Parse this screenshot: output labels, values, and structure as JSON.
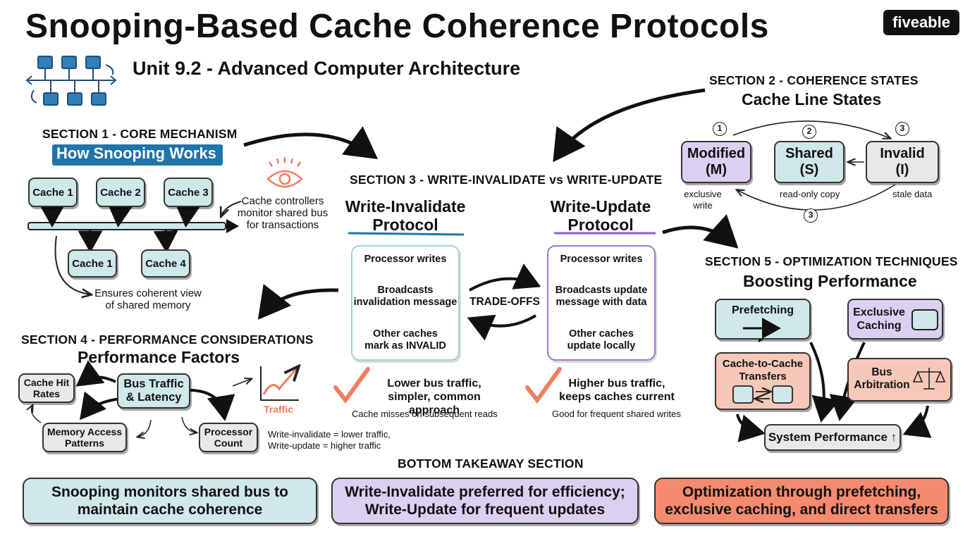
{
  "header": {
    "title": "Snooping-Based Cache Coherence Protocols",
    "subtitle": "Unit 9.2 - Advanced Computer Architecture",
    "logo_text": "fiveable"
  },
  "section1": {
    "heading": "SECTION 1 - CORE MECHANISM",
    "subheading": "How Snooping Works",
    "caches_top": [
      "Cache 1",
      "Cache 2",
      "Cache 3"
    ],
    "caches_bottom": [
      "Cache 1",
      "Cache 4"
    ],
    "note": [
      "Cache controllers",
      "monitor shared bus",
      "for transactions"
    ],
    "footer_note": [
      "Ensures coherent view",
      "of shared memory"
    ],
    "icon": "eye-icon"
  },
  "section2": {
    "heading": "SECTION 2 - COHERENCE STATES",
    "subheading": "Cache Line States",
    "states": [
      {
        "name": "Modified",
        "abbr": "(M)",
        "desc": [
          "exclusive",
          "write"
        ]
      },
      {
        "name": "Shared",
        "abbr": "(S)",
        "desc": [
          "read-only copy"
        ]
      },
      {
        "name": "Invalid",
        "abbr": "(I)",
        "desc": [
          "stale data"
        ]
      }
    ],
    "transition_labels": [
      "1",
      "2",
      "3",
      "3"
    ]
  },
  "section3": {
    "heading": "SECTION 3 - WRITE-INVALIDATE vs WRITE-UPDATE",
    "invalidate": {
      "title": [
        "Write-Invalidate",
        "Protocol"
      ],
      "steps": [
        "Processor writes",
        "Broadcasts invalidation message",
        "Other caches mark as INVALID"
      ],
      "steps_lines": [
        [
          "Processor writes"
        ],
        [
          "Broadcasts",
          "invalidation message"
        ],
        [
          "Other caches",
          "mark as INVALID"
        ]
      ],
      "pro": [
        "Lower bus traffic,",
        "simpler, common approach"
      ],
      "note": "Cache misses on subsequent reads"
    },
    "update": {
      "title": [
        "Write-Update",
        "Protocol"
      ],
      "steps_lines": [
        [
          "Processor writes"
        ],
        [
          "Broadcasts update",
          "message with data"
        ],
        [
          "Other caches",
          "update locally"
        ]
      ],
      "pro": [
        "Higher bus traffic,",
        "keeps caches current"
      ],
      "note": "Good for frequent shared writes"
    },
    "tradeoffs": "TRADE-OFFS"
  },
  "section4": {
    "heading": "SECTION 4 - PERFORMANCE CONSIDERATIONS",
    "subheading": "Performance Factors",
    "center": [
      "Bus Traffic",
      "& Latency"
    ],
    "factors": [
      [
        "Cache Hit",
        "Rates"
      ],
      [
        "Memory Access",
        "Patterns"
      ],
      [
        "Processor",
        "Count"
      ]
    ],
    "chart_label": "Traffic",
    "note": [
      "Write-invalidate = lower traffic,",
      "Write-update = higher traffic"
    ]
  },
  "section5": {
    "heading": "SECTION 5 - OPTIMIZATION TECHNIQUES",
    "subheading": "Boosting Performance",
    "techniques": [
      [
        "Prefetching"
      ],
      [
        "Exclusive",
        "Caching"
      ],
      [
        "Cache-to-Cache",
        "Transfers"
      ],
      [
        "Bus",
        "Arbitration"
      ]
    ],
    "result": "System Performance ↑"
  },
  "bottom": {
    "heading": "BOTTOM TAKEAWAY SECTION",
    "takeaways": [
      [
        "Snooping monitors shared bus to",
        "maintain cache coherence"
      ],
      [
        "Write-Invalidate preferred for efficiency;",
        "Write-Update for frequent updates"
      ],
      [
        "Optimization through prefetching,",
        "exclusive caching, and direct transfers"
      ]
    ]
  },
  "colors": {
    "teal": "#cfe8ea",
    "purple": "#dcd0f2",
    "salmon": "#f7c8b8",
    "takeaway_salmon": "#f58a6e",
    "accent_blue": "#1f74a8",
    "check_orange": "#ef7d5f"
  }
}
